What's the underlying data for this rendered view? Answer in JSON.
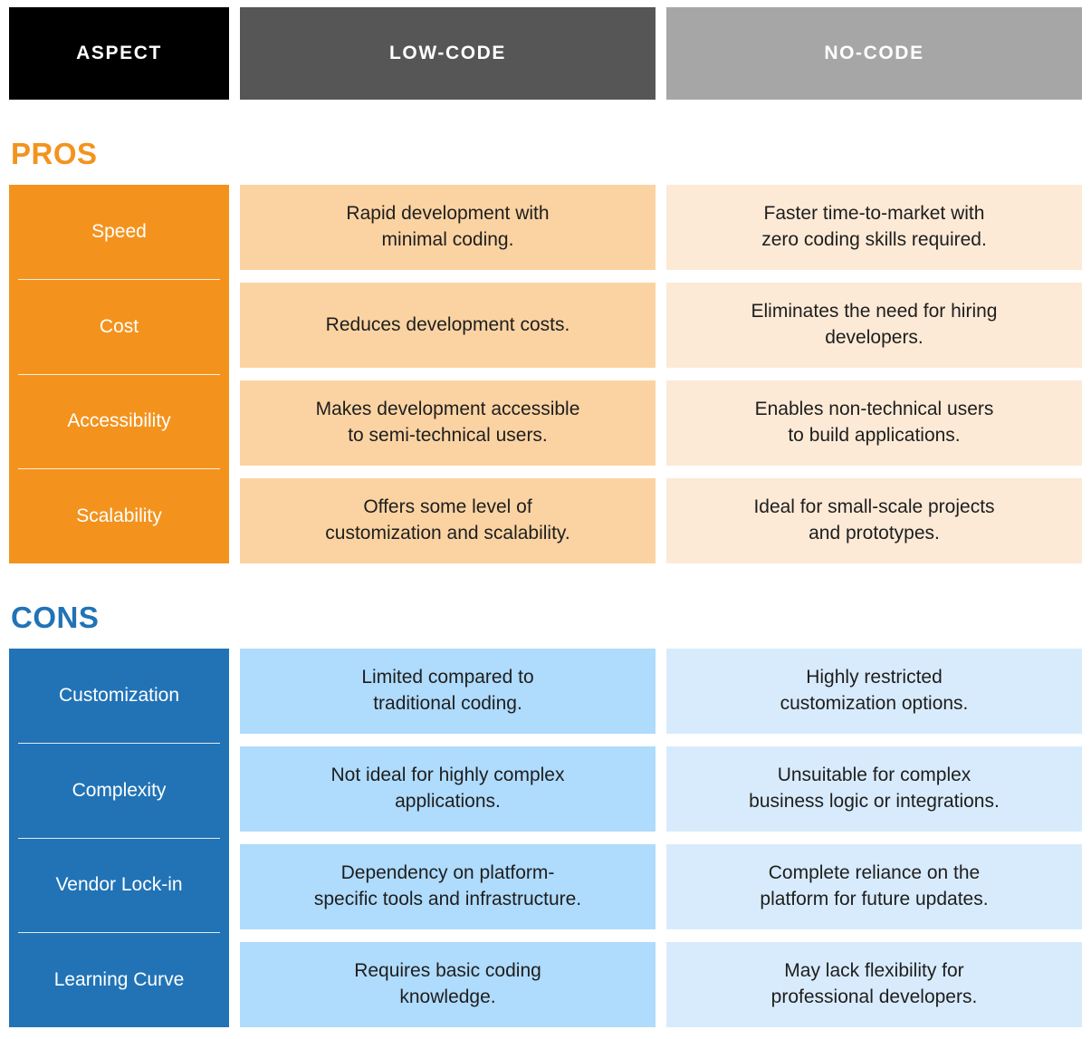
{
  "header": {
    "aspect_label": "ASPECT",
    "low_code_label": "LOW-CODE",
    "no_code_label": "NO-CODE"
  },
  "pros": {
    "title": "PROS",
    "rows": [
      {
        "aspect": "Speed",
        "low_code": "Rapid development with\nminimal coding.",
        "no_code": "Faster time-to-market with\nzero coding skills required."
      },
      {
        "aspect": "Cost",
        "low_code": "Reduces development costs.",
        "no_code": "Eliminates the need for hiring\ndevelopers."
      },
      {
        "aspect": "Accessibility",
        "low_code": "Makes development accessible\nto semi-technical users.",
        "no_code": "Enables non-technical users\nto build applications."
      },
      {
        "aspect": "Scalability",
        "low_code": "Offers some level of\ncustomization and scalability.",
        "no_code": "Ideal for small-scale projects\nand prototypes."
      }
    ]
  },
  "cons": {
    "title": "CONS",
    "rows": [
      {
        "aspect": "Customization",
        "low_code": "Limited compared to\ntraditional coding.",
        "no_code": "Highly restricted\ncustomization options."
      },
      {
        "aspect": "Complexity",
        "low_code": "Not ideal for highly complex\napplications.",
        "no_code": "Unsuitable for complex\nbusiness logic or integrations."
      },
      {
        "aspect": "Vendor Lock-in",
        "low_code": "Dependency on platform-\nspecific tools and infrastructure.",
        "no_code": "Complete reliance on the\nplatform for future updates."
      },
      {
        "aspect": "Learning Curve",
        "low_code": "Requires basic coding\nknowledge.",
        "no_code": "May lack flexibility for\nprofessional developers."
      }
    ]
  },
  "colors": {
    "header_aspect_bg": "#000000",
    "header_low_bg": "#565656",
    "header_no_bg": "#a6a6a6",
    "pros_accent": "#f3931e",
    "pros_low_cell_bg": "#fbd3a2",
    "pros_no_cell_bg": "#fcead6",
    "cons_accent": "#2173b6",
    "cons_low_cell_bg": "#afdbfc",
    "cons_no_cell_bg": "#d8ebfc"
  }
}
